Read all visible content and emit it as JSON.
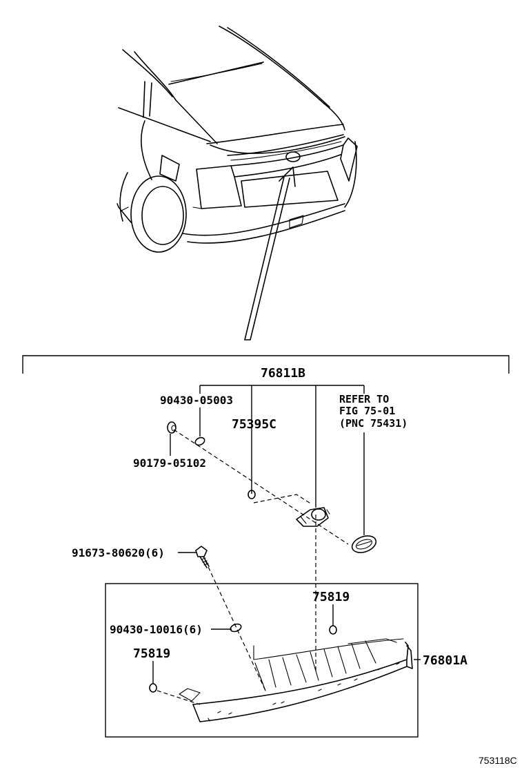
{
  "labels": {
    "assembly": "76811B",
    "nut_upper": "90430-05003",
    "nut_lower": "90179-05102",
    "clip_center": "75395C",
    "refer_line1": "REFER TO",
    "refer_line2": "FIG 75-01",
    "refer_line3": "(PNC 75431)",
    "screw": "91673-80620(6)",
    "washer": "90430-10016(6)",
    "clip_right": "75819",
    "clip_left": "75819",
    "garnish": "76801A",
    "figure_code": "753118C"
  }
}
